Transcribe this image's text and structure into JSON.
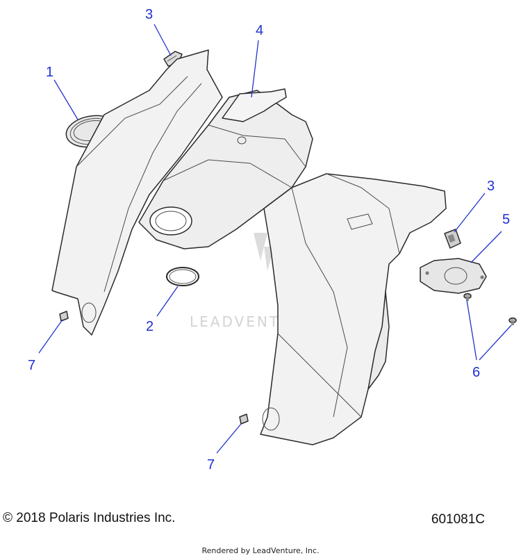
{
  "diagram": {
    "watermark_text": "LEADVENTURE",
    "callouts": [
      {
        "id": "c1",
        "label": "1"
      },
      {
        "id": "c2",
        "label": "2"
      },
      {
        "id": "c3a",
        "label": "3"
      },
      {
        "id": "c3b",
        "label": "3"
      },
      {
        "id": "c4",
        "label": "4"
      },
      {
        "id": "c5",
        "label": "5"
      },
      {
        "id": "c6",
        "label": "6"
      },
      {
        "id": "c7a",
        "label": "7"
      },
      {
        "id": "c7b",
        "label": "7"
      }
    ],
    "colors": {
      "callout": "#1f2fd0",
      "part_fill": "#f2f2f2",
      "part_stroke": "#2a2a2a"
    }
  },
  "footer": {
    "copyright": "© 2018 Polaris Industries Inc.",
    "diagram_number": "601081C",
    "rendered_by": "Rendered by LeadVenture, Inc."
  }
}
